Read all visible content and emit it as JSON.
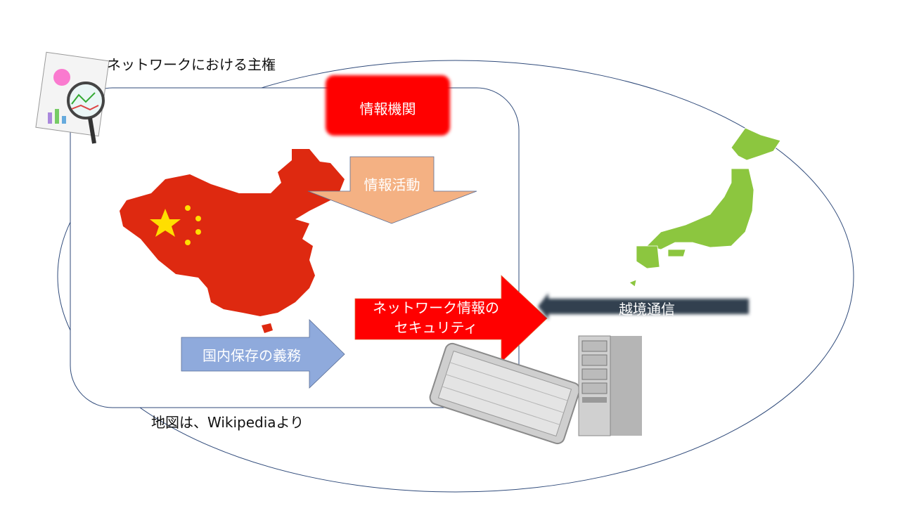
{
  "slide": {
    "title": "ネットワークにおける主権",
    "credit": "地図は、Wikipediaより",
    "agency_box": "情報機関",
    "intel_arrow": "情報活動",
    "security_arrow_line1": "ネットワーク情報の",
    "security_arrow_line2": "セキュリティ",
    "storage_arrow": "国内保存の義務",
    "crossborder_arrow": "越境通信"
  },
  "colors": {
    "red": "#ff0000",
    "china": "#de2910",
    "orange": "#f4b183",
    "blue": "#8faadc",
    "dark": "#333f50",
    "japan": "#8cc63f",
    "outline": "#2f4a7a"
  }
}
